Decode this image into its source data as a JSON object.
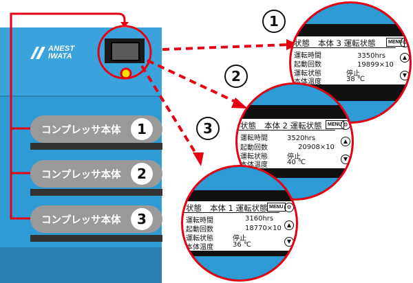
{
  "brand": {
    "logo_line1": "ANEST",
    "logo_line2": "IWATA"
  },
  "units": [
    {
      "label": "コンプレッサ本体",
      "number": "1"
    },
    {
      "label": "コンプレッサ本体",
      "number": "2"
    },
    {
      "label": "コンプレッサ本体",
      "number": "3"
    }
  ],
  "callouts": [
    "1",
    "2",
    "3"
  ],
  "screens": [
    {
      "id": "1",
      "title_left": "状態",
      "title_right": "本体 3 運転状態",
      "menu_label": "MENU",
      "rows": [
        {
          "label": "運転時間",
          "value": "3350hrs"
        },
        {
          "label": "起動回数",
          "value": "19899×10"
        },
        {
          "label": "運転状態",
          "value": "停止"
        },
        {
          "label": "本体温度",
          "value": "38 ℃"
        }
      ]
    },
    {
      "id": "2",
      "title_left": "状態",
      "title_right": "本体 2 運転状態",
      "menu_label": "MENU",
      "rows": [
        {
          "label": "運転時間",
          "value": "3520hrs"
        },
        {
          "label": "起動回数",
          "value": "20908×10"
        },
        {
          "label": "運転状態",
          "value": "停止"
        },
        {
          "label": "本体温度",
          "value": "40 ℃"
        }
      ]
    },
    {
      "id": "3",
      "title_left": "状態",
      "title_right": "本体 1 運転状態",
      "menu_label": "MENU",
      "rows": [
        {
          "label": "運転時間",
          "value": "3160hrs"
        },
        {
          "label": "起動回数",
          "value": "18770×10"
        },
        {
          "label": "運転状態",
          "value": "停止"
        },
        {
          "label": "本体温度",
          "value": "36 ℃"
        }
      ]
    }
  ],
  "colors": {
    "machine_blue": "#2e9bd4",
    "arrow_red": "#e60012",
    "unit_gray": "#9a9a9a",
    "indicator_yellow": "#ffe100"
  }
}
